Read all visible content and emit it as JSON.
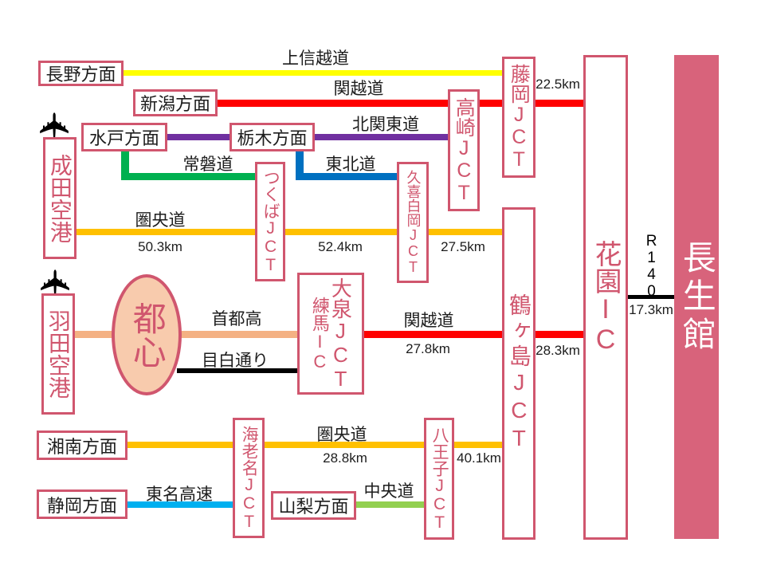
{
  "colors": {
    "pink": "#d0566e",
    "banner_fill": "#d8637b",
    "city_center_fill": "#f8cbad",
    "joshinetsu_yellow": "#ffff00",
    "kanetsu_red": "#ff0000",
    "kitakanto_purple": "#7030a0",
    "joban_green": "#00b050",
    "tohoku_blue": "#0070c0",
    "kenodo_orange": "#ffc000",
    "shutoko_peach": "#f4b183",
    "tomei_cyan": "#00b0f0",
    "chuo_lightgreen": "#92d050",
    "ordinary_road_black": "#000000"
  },
  "icons": {
    "airplane": "✈"
  },
  "airports": {
    "narita": {
      "label": "成田空港"
    },
    "haneda": {
      "label": "羽田空港"
    }
  },
  "directions": {
    "nagano": {
      "label": "長野方面"
    },
    "niigata": {
      "label": "新潟方面"
    },
    "mito": {
      "label": "水戸方面"
    },
    "tochigi": {
      "label": "栃木方面"
    },
    "shonan": {
      "label": "湘南方面"
    },
    "shizuoka": {
      "label": "静岡方面"
    },
    "yamanashi": {
      "label": "山梨方面"
    }
  },
  "junctions": {
    "tsukuba": {
      "label": "つくばJCT"
    },
    "kuki_shiraoka": {
      "label": "久喜白岡JCT"
    },
    "takasaki": {
      "label": "高崎JCT"
    },
    "fujioka": {
      "label": "藤岡JCT"
    },
    "hanazono": {
      "label": "花園IC"
    },
    "tsurugashima": {
      "label": "鶴ヶ島JCT"
    },
    "oizumi": {
      "line1": "大泉JCT",
      "line2": "練馬IC"
    },
    "ebina": {
      "label": "海老名JCT"
    },
    "hachioji": {
      "label": "八王子JCT"
    }
  },
  "city_center": {
    "label": "都心"
  },
  "destination": {
    "label": "長生館"
  },
  "roads": {
    "joshinetsu": {
      "label": "上信越道"
    },
    "kanetsu_top": {
      "label": "関越道"
    },
    "kitakanto": {
      "label": "北関東道"
    },
    "joban": {
      "label": "常磐道"
    },
    "tohoku": {
      "label": "東北道"
    },
    "kenodo_top": {
      "label": "圏央道"
    },
    "shutoko": {
      "label": "首都高"
    },
    "mejiro_dori": {
      "label": "目白通り"
    },
    "kanetsu_bottom": {
      "label": "関越道"
    },
    "kenodo_bottom": {
      "label": "圏央道"
    },
    "tomei": {
      "label": "東名高速"
    },
    "chuo": {
      "label": "中央道"
    },
    "r140": {
      "label": "R140"
    }
  },
  "distances": {
    "fujioka_to_hanazono": "22.5km",
    "narita_to_tsukuba": "50.3km",
    "tsukuba_to_kuki": "52.4km",
    "kuki_to_tsurugashima": "27.5km",
    "nerima_to_tsurugashima": "27.8km",
    "tsurugashima_to_hanazono": "28.3km",
    "ebina_to_hachioji": "28.8km",
    "hachioji_to_tsurugashima": "40.1km",
    "hanazono_to_choseikan": "17.3km"
  }
}
